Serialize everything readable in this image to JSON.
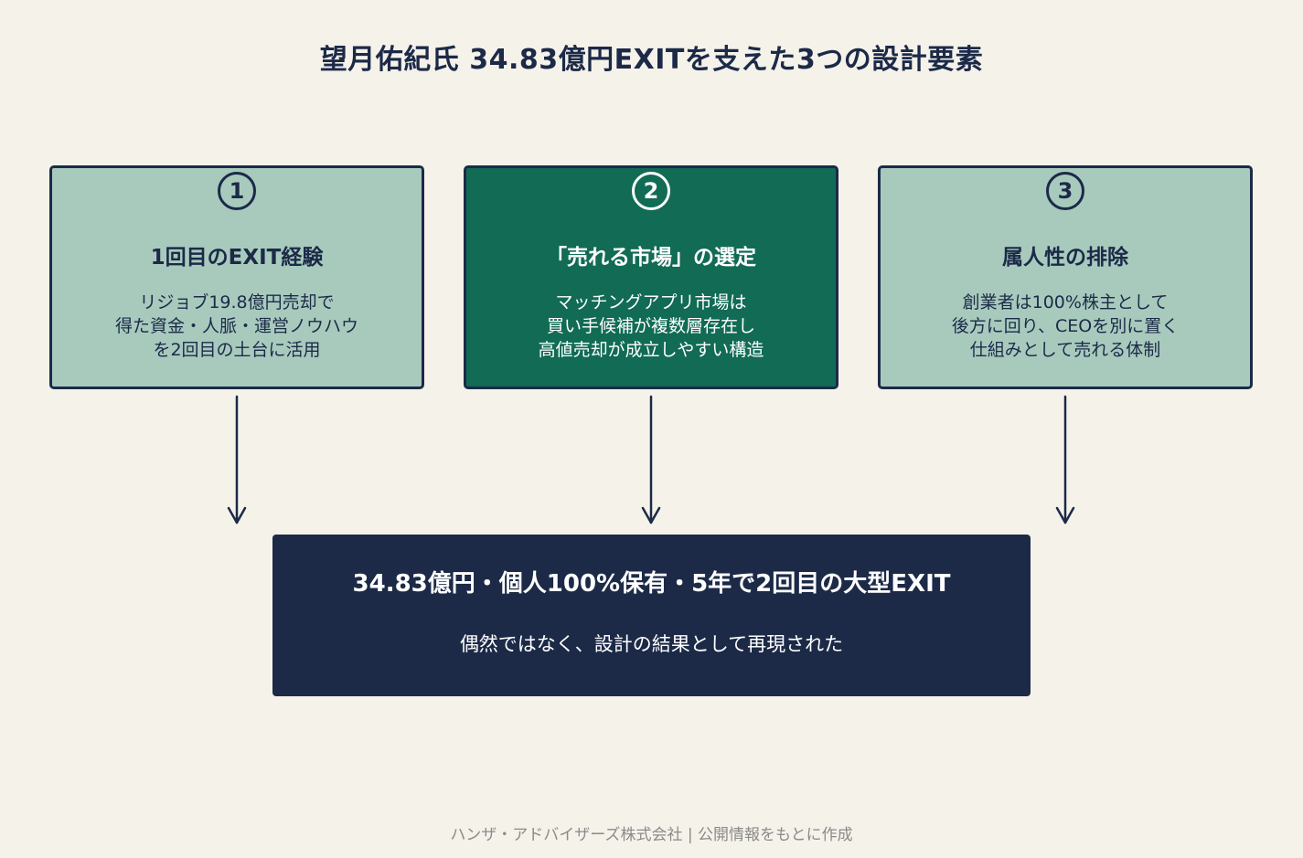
{
  "title": "望月佑紀氏 34.83億円EXITを支えた3つの設計要素",
  "cards": [
    {
      "number": "1",
      "heading": "1回目のEXIT経験",
      "lines": [
        "リジョブ19.8億円売却で",
        "得た資金・人脈・運営ノウハウ",
        "を2回目の土台に活用"
      ]
    },
    {
      "number": "2",
      "heading": "「売れる市場」の選定",
      "lines": [
        "マッチングアプリ市場は",
        "買い手候補が複数層存在し",
        "高値売却が成立しやすい構造"
      ]
    },
    {
      "number": "3",
      "heading": "属人性の排除",
      "lines": [
        "創業者は100%株主として",
        "後方に回り、CEOを別に置く",
        "仕組みとして売れる体制"
      ]
    }
  ],
  "result": {
    "headline": "34.83億円・個人100%保有・5年で2回目の大型EXIT",
    "subline": "偶然ではなく、設計の結果として再現された"
  },
  "footer": "ハンザ・アドバイザーズ株式会社 | 公開情報をもとに作成",
  "colors": {
    "background": "#f5f2ea",
    "navy": "#1c2a48",
    "light_green": "#a8cabd",
    "dark_green": "#116b55",
    "footer_gray": "#8a8a8a"
  }
}
